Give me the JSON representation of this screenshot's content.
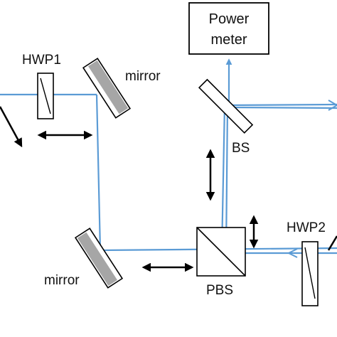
{
  "labels": {
    "hwp1": "HWP1",
    "hwp2": "HWP2",
    "mirror_top": "mirror",
    "mirror_bottom": "mirror",
    "bs": "BS",
    "pbs": "PBS",
    "power_meter_line1": "Power",
    "power_meter_line2": "meter"
  },
  "colors": {
    "beam": "#5b9bd5",
    "arrow": "#000000",
    "mirror_fill": "#a6a6a6",
    "outline": "#000000"
  }
}
